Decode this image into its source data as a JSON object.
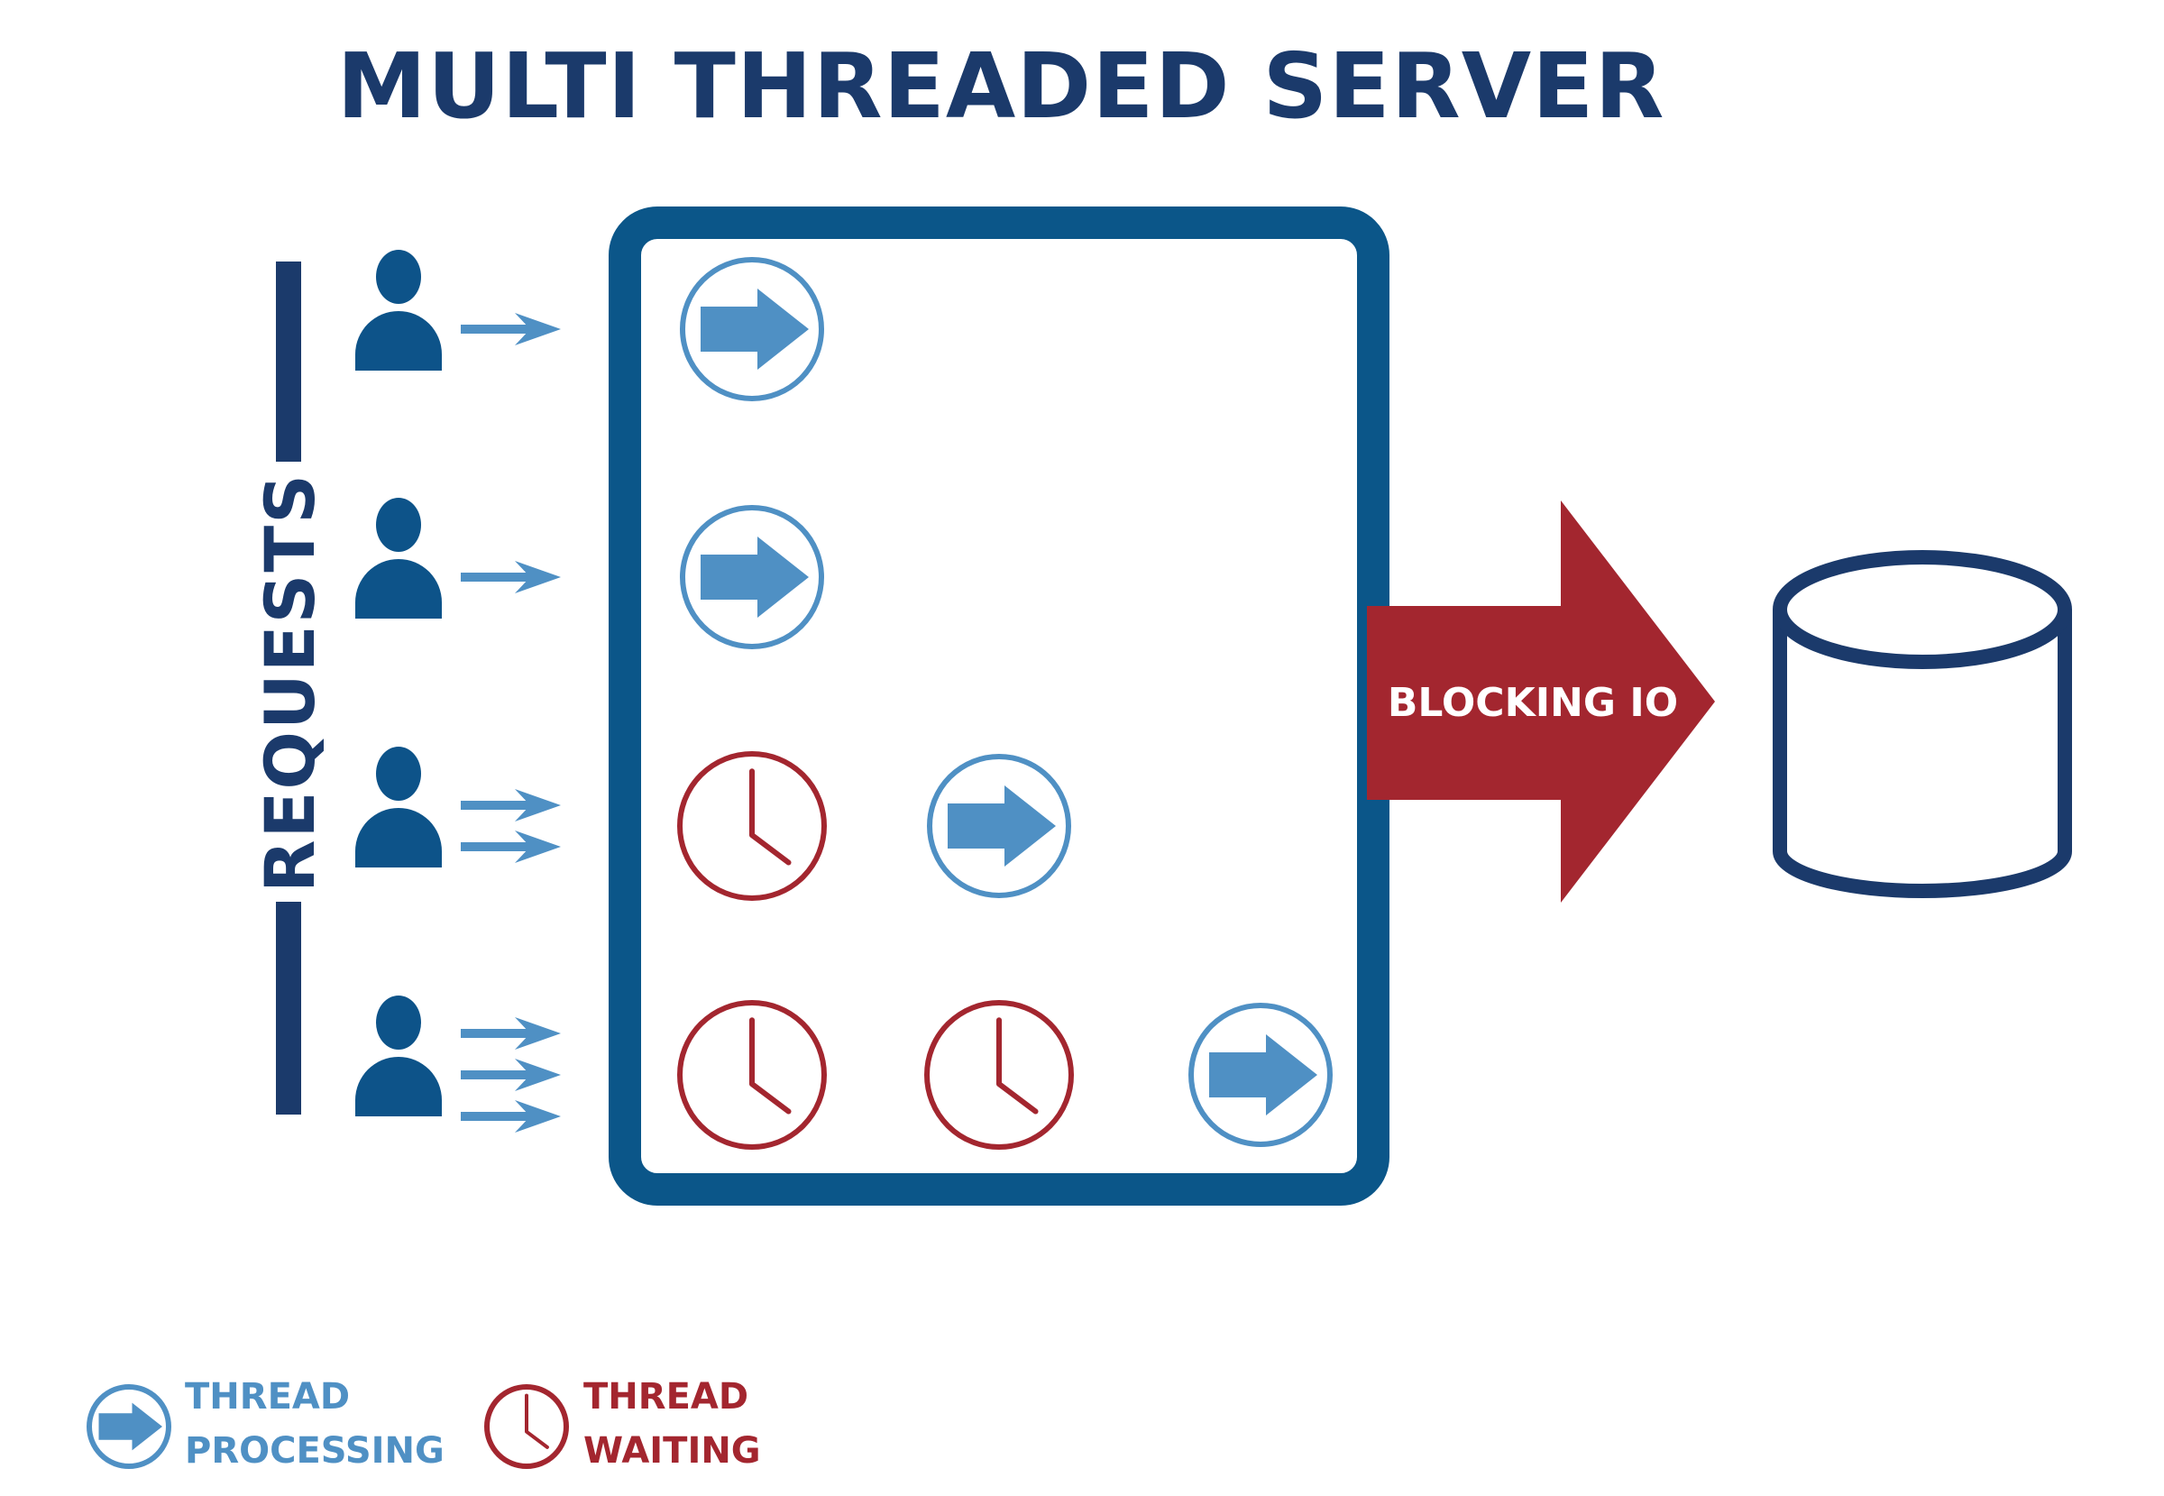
{
  "title": "MULTI THREADED SERVER",
  "side_label": "REQUESTS",
  "io_label": "BLOCKING IO",
  "legend": {
    "processing": {
      "line1": "THREAD",
      "line2": "PROCESSING",
      "icon": "thread-processing-icon"
    },
    "waiting": {
      "line1": "THREAD",
      "line2": "WAITING",
      "icon": "thread-waiting-icon"
    }
  },
  "rows": [
    {
      "request_arrows": 1,
      "threads": [
        "processing"
      ]
    },
    {
      "request_arrows": 1,
      "threads": [
        "processing"
      ]
    },
    {
      "request_arrows": 2,
      "threads": [
        "waiting",
        "processing"
      ]
    },
    {
      "request_arrows": 3,
      "threads": [
        "waiting",
        "waiting",
        "processing"
      ]
    }
  ],
  "colors": {
    "navy": "#1b3a6b",
    "server_blue": "#0b5689",
    "user_blue": "#0d5389",
    "light_blue": "#4f90c4",
    "red": "#a3262f",
    "white": "#ffffff"
  },
  "icons": {
    "user": "user-icon",
    "database": "database-icon",
    "server": "server-box",
    "blocking_arrow": "blocking-io-arrow"
  }
}
